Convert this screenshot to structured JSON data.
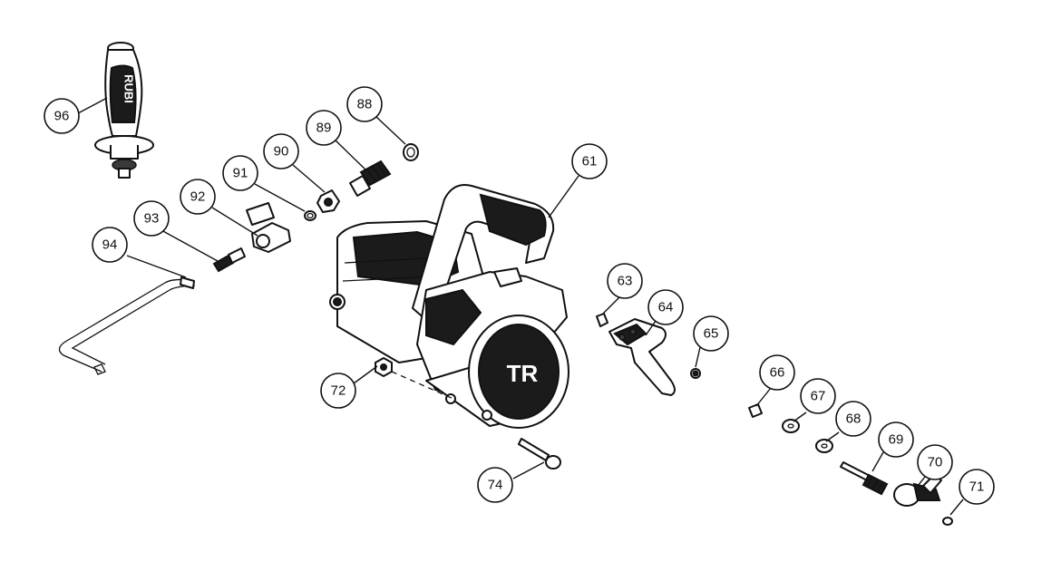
{
  "diagram": {
    "callouts": [
      {
        "id": "96",
        "label": "96"
      },
      {
        "id": "88",
        "label": "88"
      },
      {
        "id": "89",
        "label": "89"
      },
      {
        "id": "90",
        "label": "90"
      },
      {
        "id": "91",
        "label": "91"
      },
      {
        "id": "92",
        "label": "92"
      },
      {
        "id": "93",
        "label": "93"
      },
      {
        "id": "94",
        "label": "94"
      },
      {
        "id": "61",
        "label": "61"
      },
      {
        "id": "63",
        "label": "63"
      },
      {
        "id": "64",
        "label": "64"
      },
      {
        "id": "65",
        "label": "65"
      },
      {
        "id": "72",
        "label": "72"
      },
      {
        "id": "74",
        "label": "74"
      },
      {
        "id": "66",
        "label": "66"
      },
      {
        "id": "67",
        "label": "67"
      },
      {
        "id": "68",
        "label": "68"
      },
      {
        "id": "69",
        "label": "69"
      },
      {
        "id": "70",
        "label": "70"
      },
      {
        "id": "71",
        "label": "71"
      }
    ],
    "handle_brand": "RUBI",
    "blade_guard_logo": "TR",
    "colors": {
      "line": "#111111",
      "fill": "#ffffff",
      "dark": "#1b1b1b"
    }
  }
}
